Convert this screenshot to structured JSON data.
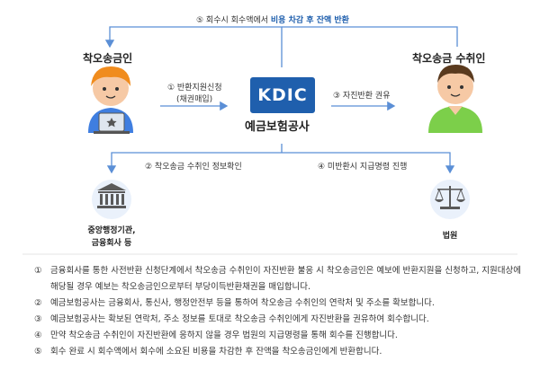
{
  "diagram": {
    "top_flow_label_prefix": "⑤ 회수시 회수액에서 ",
    "top_flow_label_bold": "비용 차감 후 잔액 반환",
    "payer_title": "착오송금인",
    "recipient_title": "착오송금 수취인",
    "org_logo": "KDIC",
    "org_name": "예금보험공사",
    "step1_line1": "① 반환지원신청",
    "step1_line2": "(채권매입)",
    "step3": "③ 자진반환 권유",
    "step2": "② 착오송금 수취인 정보확인",
    "step4": "④ 미반환시 지급명령 진행",
    "gov_label_line1": "중앙행정기관,",
    "gov_label_line2": "금융회사 등",
    "court_label": "법원",
    "colors": {
      "accent": "#1f5fad",
      "arrow": "#5b8fd6",
      "text": "#333333"
    }
  },
  "notes": [
    {
      "num": "①",
      "text": "금융회사를 통한 사전반환 신청단계에서 착오송금 수취인이 자진반환 불응 시 착오송금인은 예보에 반환지원을 신청하고, 지원대상에 해당될 경우 예보는 착오송금인으로부터 부당이득반환채권을 매입합니다."
    },
    {
      "num": "②",
      "text": "예금보험공사는 금융회사, 통신사, 행정안전부 등을 통하여 착오송금 수취인의 연락처 및 주소를 확보합니다."
    },
    {
      "num": "③",
      "text": "예금보험공사는 확보된 연락처, 주소 정보를 토대로 착오송금 수취인에게 자진반환을 권유하여 회수합니다."
    },
    {
      "num": "④",
      "text": "만약 착오송금 수취인이 자진반환에 응하지 않을 경우 법원의 지급명령을 통해 회수를 진행합니다."
    },
    {
      "num": "⑤",
      "text": "회수 완료 시 회수액에서 회수에 소요된 비용을 차감한 후 잔액을 착오송금인에게 반환합니다."
    }
  ]
}
